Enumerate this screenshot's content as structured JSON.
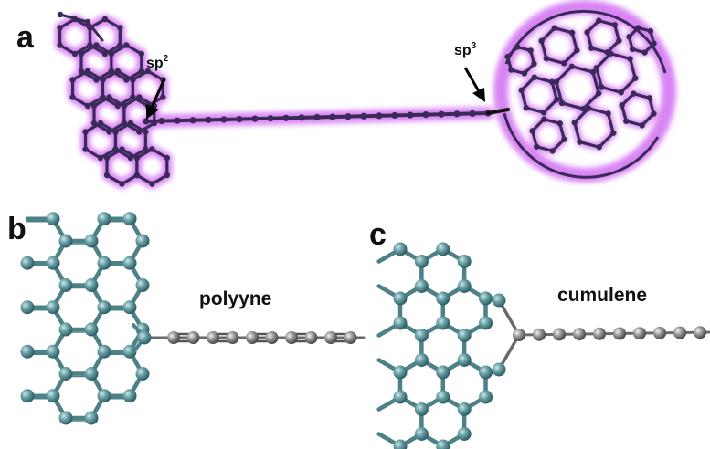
{
  "panels": [
    {
      "label": "a"
    },
    {
      "label": "b"
    },
    {
      "label": "c"
    }
  ],
  "annotations": {
    "sp2_base": "sp",
    "sp2_exp": "2",
    "sp3_base": "sp",
    "sp3_exp": "3",
    "polyyne": "polyyne",
    "cumulene": "cumulene"
  },
  "colors": {
    "atom_dark": "#3a2a58",
    "glow": "#d26ff2",
    "atom_teal": "#4f8c92",
    "bond_teal": "#4c8187",
    "chain_grey": "#6a6a6a"
  }
}
